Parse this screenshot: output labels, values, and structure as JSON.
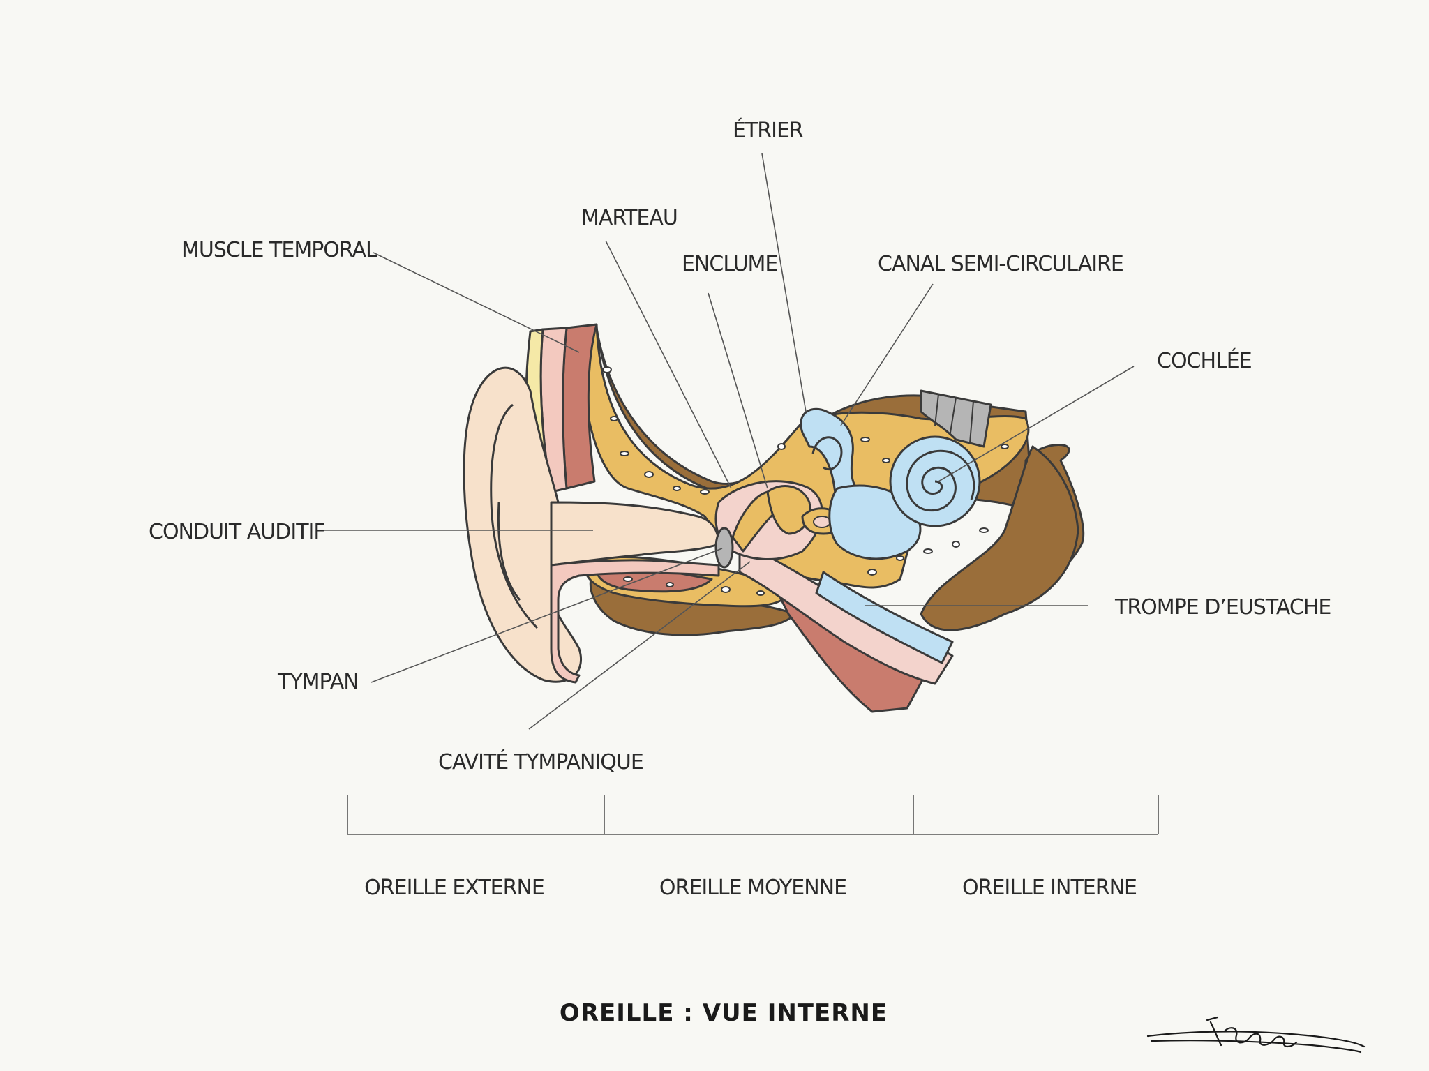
{
  "title": "OREILLE : VUE INTERNE",
  "labels": {
    "etrier": "ÉTRIER",
    "marteau": "MARTEAU",
    "enclume": "ENCLUME",
    "canal": "CANAL SEMI-CIRCULAIRE",
    "muscle": "MUSCLE TEMPORAL",
    "cochlee": "COCHLÉE",
    "conduit": "CONDUIT AUDITIF",
    "trompe": "TROMPE D’EUSTACHE",
    "tympan": "TYMPAN",
    "cavite": "CAVITÉ TYMPANIQUE"
  },
  "sections": {
    "externe": "OREILLE EXTERNE",
    "moyenne": "OREILLE MOYENNE",
    "interne": "OREILLE INTERNE"
  },
  "colors": {
    "background": "#f8f8f4",
    "skin": "#f7e1cb",
    "bone": "#e9bd63",
    "dark_bone": "#9a6e3a",
    "muscle": "#c97c6e",
    "inner_ear_fluid": "#bfe0f3",
    "cavity_pink": "#f3d3cc",
    "nerve_grey": "#b5b5b5",
    "fat_yellow": "#f5e9a7"
  }
}
